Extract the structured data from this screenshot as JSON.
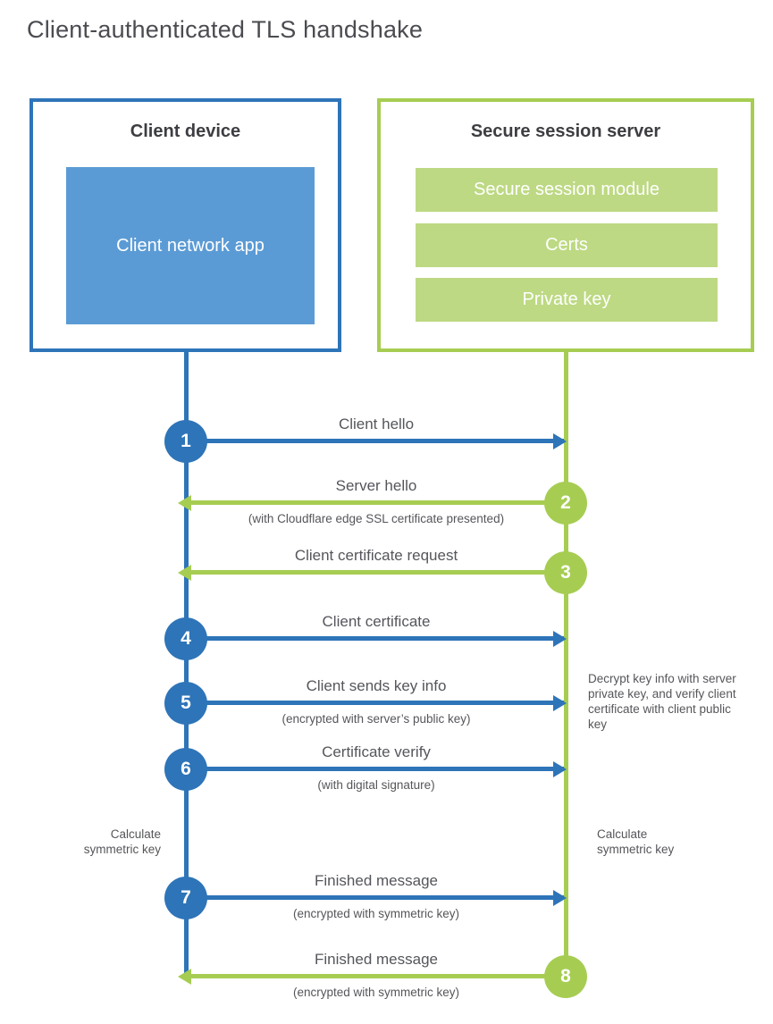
{
  "title": "Client-authenticated TLS handshake",
  "colors": {
    "blue": "#2e74b8",
    "blue_fill": "#5b9bd5",
    "green": "#a6cd52",
    "green_fill": "#bdd983",
    "label_text": "#54565b"
  },
  "client_box": {
    "title": "Client device",
    "app_label": "Client network app"
  },
  "server_box": {
    "title": "Secure session server",
    "modules": [
      "Secure session module",
      "Certs",
      "Private key"
    ]
  },
  "steps": [
    {
      "num": "1",
      "from": "client",
      "to": "server",
      "label": "Client hello",
      "sublabel": ""
    },
    {
      "num": "2",
      "from": "server",
      "to": "client",
      "label": "Server hello",
      "sublabel": "(with Cloudflare edge SSL certificate presented)"
    },
    {
      "num": "3",
      "from": "server",
      "to": "client",
      "label": "Client certificate request",
      "sublabel": ""
    },
    {
      "num": "4",
      "from": "client",
      "to": "server",
      "label": "Client certificate",
      "sublabel": ""
    },
    {
      "num": "5",
      "from": "client",
      "to": "server",
      "label": "Client sends key info",
      "sublabel": "(encrypted with server’s public key)"
    },
    {
      "num": "6",
      "from": "client",
      "to": "server",
      "label": "Certificate verify",
      "sublabel": "(with digital signature)"
    },
    {
      "num": "7",
      "from": "client",
      "to": "server",
      "label": "Finished message",
      "sublabel": "(encrypted with symmetric key)"
    },
    {
      "num": "8",
      "from": "server",
      "to": "client",
      "label": "Finished message",
      "sublabel": "(encrypted with symmetric key)"
    }
  ],
  "annotations": {
    "server_note": "Decrypt key info with server private key, and verify client certificate with client public key",
    "client_calc": "Calculate symmetric key",
    "server_calc": "Calculate symmetric key"
  }
}
